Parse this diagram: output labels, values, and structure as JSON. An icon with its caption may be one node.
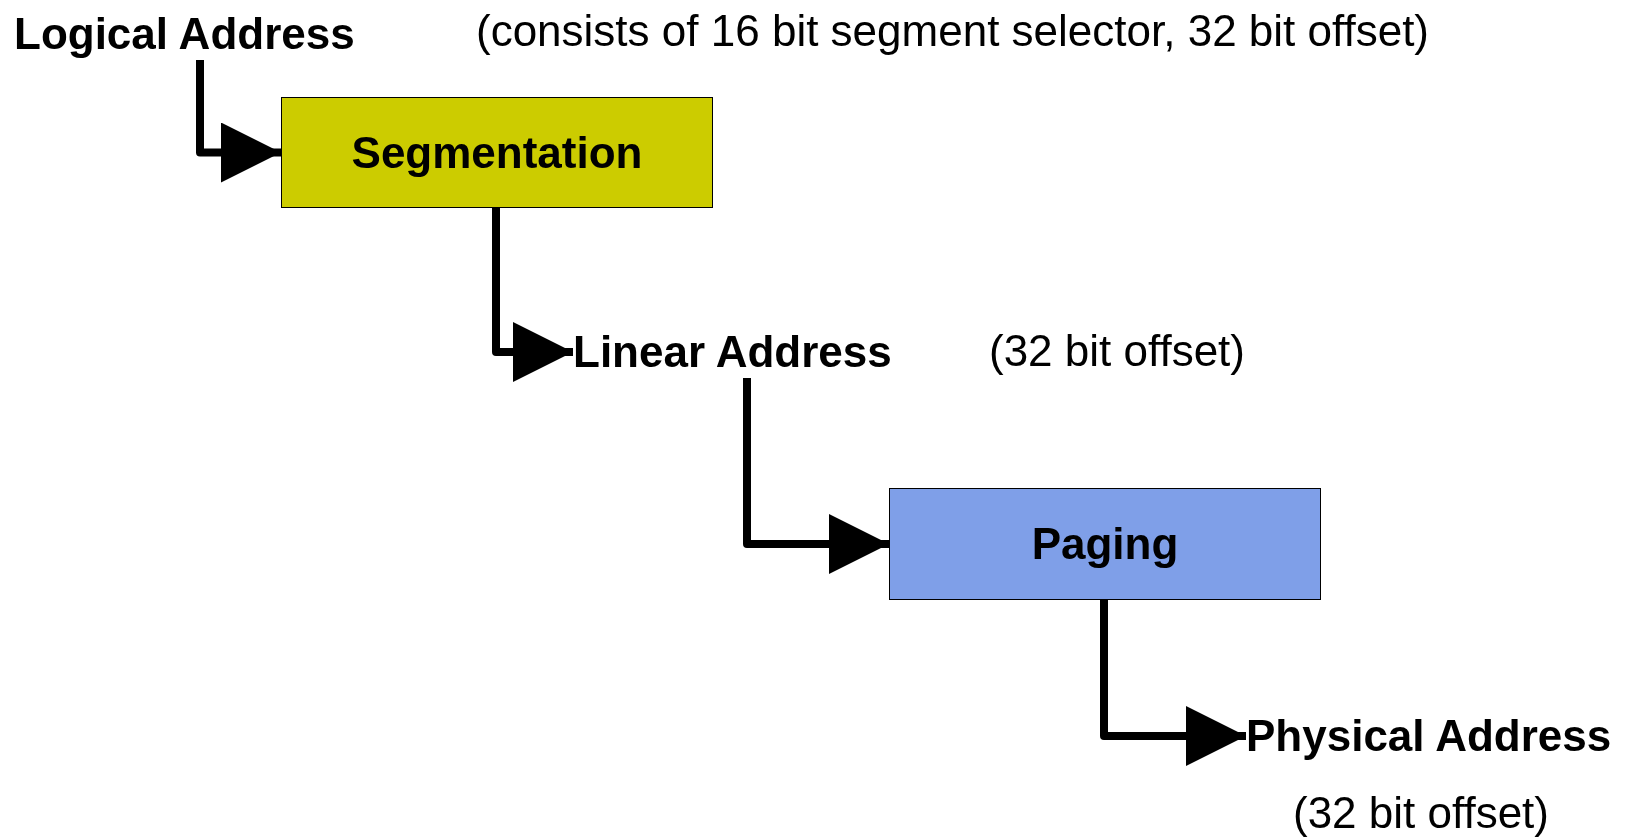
{
  "diagram": {
    "nodes": [
      {
        "text": [
          "Logical Address"
        ]
      },
      {
        "text": [
          "Segmentation"
        ]
      },
      {
        "text": [
          "Linear Address"
        ],
        "beside": [
          "(32 bit offset)"
        ]
      },
      {
        "text": [
          "Paging"
        ]
      },
      {
        "text": [
          "Physical Address"
        ],
        "beside": [
          "(32 bit offset)"
        ]
      }
    ],
    "edges": [
      {
        "from": 0,
        "to": 1,
        "arrow": "to"
      },
      {
        "from": 1,
        "to": 2,
        "arrow": "to"
      },
      {
        "from": 2,
        "to": 3,
        "arrow": "to"
      },
      {
        "from": 3,
        "to": 4,
        "arrow": "to"
      }
    ],
    "labels": [
      "(consists of 16 bit segment selector, 32 bit offset)"
    ]
  }
}
